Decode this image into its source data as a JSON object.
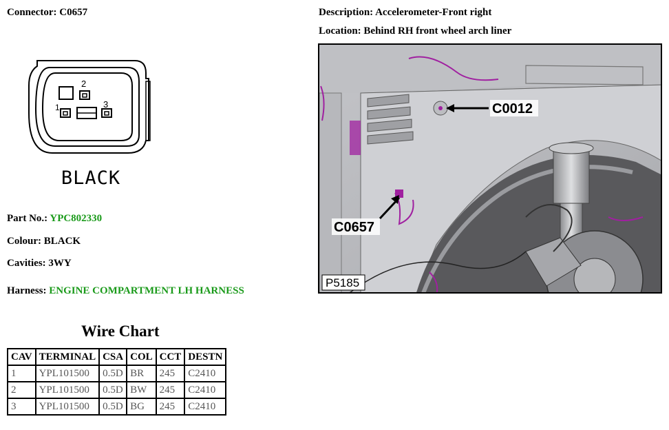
{
  "connector": {
    "label": "Connector:",
    "id": "C0657"
  },
  "description": {
    "label": "Description:",
    "value": "Accelerometer-Front right"
  },
  "location": {
    "label": "Location:",
    "value": "Behind RH front wheel arch liner"
  },
  "drawing": {
    "color_text": "BLACK",
    "pins": [
      "1",
      "2",
      "3"
    ]
  },
  "part": {
    "label": "Part No.:",
    "value": "YPC802330"
  },
  "colour": {
    "label": "Colour:",
    "value": "BLACK"
  },
  "cavities": {
    "label": "Cavities:",
    "value": "3WY"
  },
  "harness": {
    "label": "Harness:",
    "value": "ENGINE COMPARTMENT LH HARNESS"
  },
  "photo": {
    "callout_1": "C0012",
    "callout_2": "C0657",
    "figure_id": "P5185"
  },
  "wire_chart": {
    "title": "Wire Chart",
    "headers": [
      "CAV",
      "TERMINAL",
      "CSA",
      "COL",
      "CCT",
      "DESTN"
    ],
    "rows": [
      [
        "1",
        "YPL101500",
        "0.5D",
        "BR",
        "245",
        "C2410"
      ],
      [
        "2",
        "YPL101500",
        "0.5D",
        "BW",
        "245",
        "C2410"
      ],
      [
        "3",
        "YPL101500",
        "0.5D",
        "BG",
        "245",
        "C2410"
      ]
    ]
  },
  "colors": {
    "accent_green": "#1a9a1a",
    "wire_purple": "#a020a0"
  }
}
